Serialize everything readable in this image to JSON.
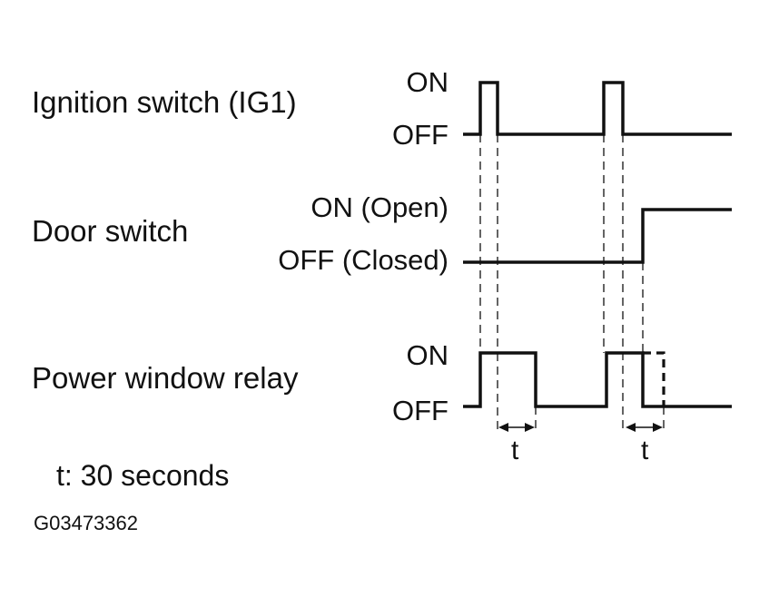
{
  "signals": {
    "ignition": {
      "name": "Ignition switch (IG1)",
      "on_label": "ON",
      "off_label": "OFF"
    },
    "door": {
      "name": "Door switch",
      "on_label": "ON (Open)",
      "off_label": "OFF (Closed)"
    },
    "relay": {
      "name": "Power window relay",
      "on_label": "ON",
      "off_label": "OFF"
    }
  },
  "timing": {
    "interval_label": "t",
    "note": "t: 30 seconds"
  },
  "figure_code": "G03473362"
}
